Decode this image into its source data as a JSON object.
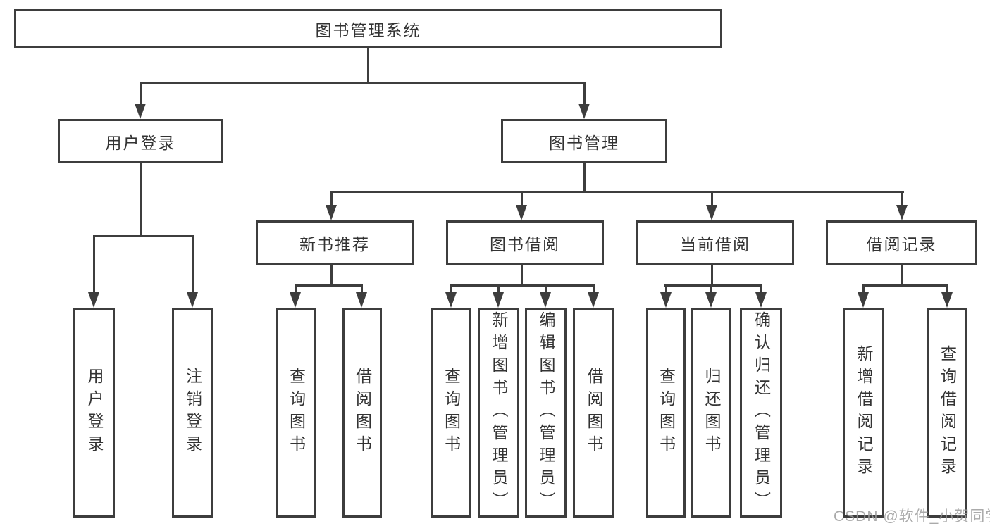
{
  "tree": {
    "root": {
      "label": "图书管理系统"
    },
    "branches": [
      {
        "label": "用户登录",
        "children": [
          {
            "label": "用户登录"
          },
          {
            "label": "注销登录"
          }
        ]
      },
      {
        "label": "图书管理",
        "children": [
          {
            "label": "新书推荐",
            "children": [
              {
                "label": "查询图书"
              },
              {
                "label": "借阅图书"
              }
            ]
          },
          {
            "label": "图书借阅",
            "children": [
              {
                "label": "查询图书"
              },
              {
                "label": "新增图书（管理员）"
              },
              {
                "label": "编辑图书（管理员）"
              },
              {
                "label": "借阅图书"
              }
            ]
          },
          {
            "label": "当前借阅",
            "children": [
              {
                "label": "查询图书"
              },
              {
                "label": "归还图书"
              },
              {
                "label": "确认归还（管理员）"
              }
            ]
          },
          {
            "label": "借阅记录",
            "children": [
              {
                "label": "新增借阅记录"
              },
              {
                "label": "查询借阅记录"
              }
            ]
          }
        ]
      }
    ]
  },
  "watermark": {
    "text": "CSDN @软件_小贺同学"
  },
  "colors": {
    "line": "#3d3d3d",
    "text": "#333333",
    "background": "#ffffff",
    "watermark": "#9c9c9c"
  }
}
